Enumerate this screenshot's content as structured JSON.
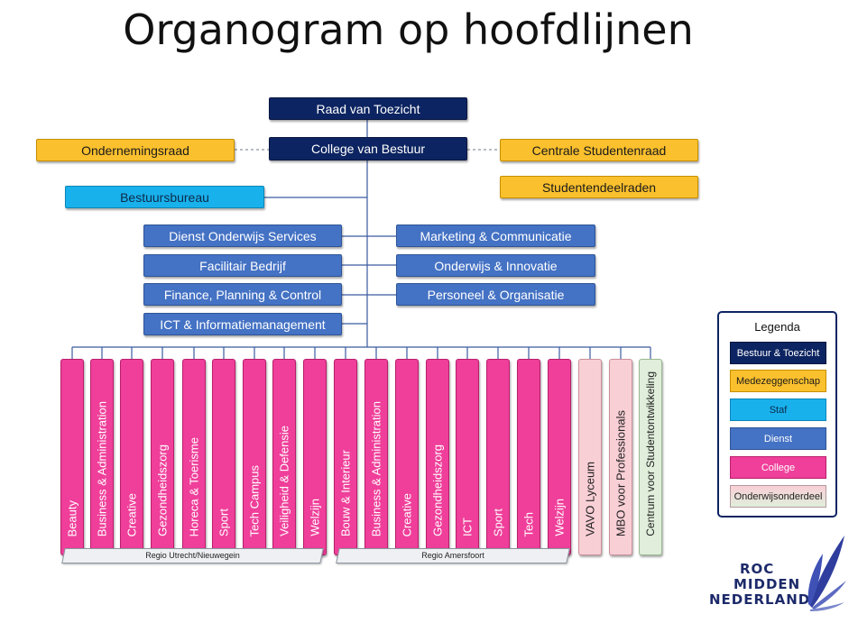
{
  "title": "Organogram op hoofdlijnen",
  "top": {
    "raad": "Raad van Toezicht",
    "college": "College van Bestuur",
    "ondernemingsraad": "Ondernemingsraad",
    "centrale_studentenraad": "Centrale Studentenraad",
    "studentendeelraden": "Studentendeelraden",
    "bestuursbureau": "Bestuursbureau"
  },
  "services_left": [
    "Dienst Onderwijs Services",
    "Facilitair Bedrijf",
    "Finance, Planning & Control",
    "ICT & Informatiemanagement"
  ],
  "services_right": [
    "Marketing & Communicatie",
    "Onderwijs & Innovatie",
    "Personeel & Organisatie"
  ],
  "colleges_utrecht": [
    "Beauty",
    "Business & Administration",
    "Creative",
    "Gezondheidszorg",
    "Horeca & Toerisme",
    "Sport",
    "Tech Campus",
    "Veiligheid & Defensie",
    "Welzijn"
  ],
  "colleges_amersfoort": [
    "Bouw & Interieur",
    "Business & Administration",
    "Creative",
    "Gezondheidszorg",
    "ICT",
    "Sport",
    "Tech",
    "Welzijn"
  ],
  "onderwijsonderdelen": [
    "VAVO Lyceum",
    "MBO voor Professionals",
    "Centrum voor Studentontwikkeling"
  ],
  "regions": {
    "utrecht": "Regio Utrecht/Nieuwegein",
    "amersfoort": "Regio Amersfoort"
  },
  "legend": {
    "title": "Legenda",
    "items": [
      "Bestuur & Toezicht",
      "Medezeggenschap",
      "Staf",
      "Dienst",
      "College",
      "Onderwijsonderdeel"
    ]
  },
  "logo": {
    "line1": "ROC",
    "line2": "MIDDEN",
    "line3": "NEDERLAND"
  },
  "colors": {
    "bestuur": "#0c2461",
    "medezeggenschap": "#fbc02d",
    "staf": "#19b1ec",
    "dienst": "#4472c4",
    "college": "#ef3f9a",
    "onderwijsonderdeel": "#f9cfd6"
  }
}
